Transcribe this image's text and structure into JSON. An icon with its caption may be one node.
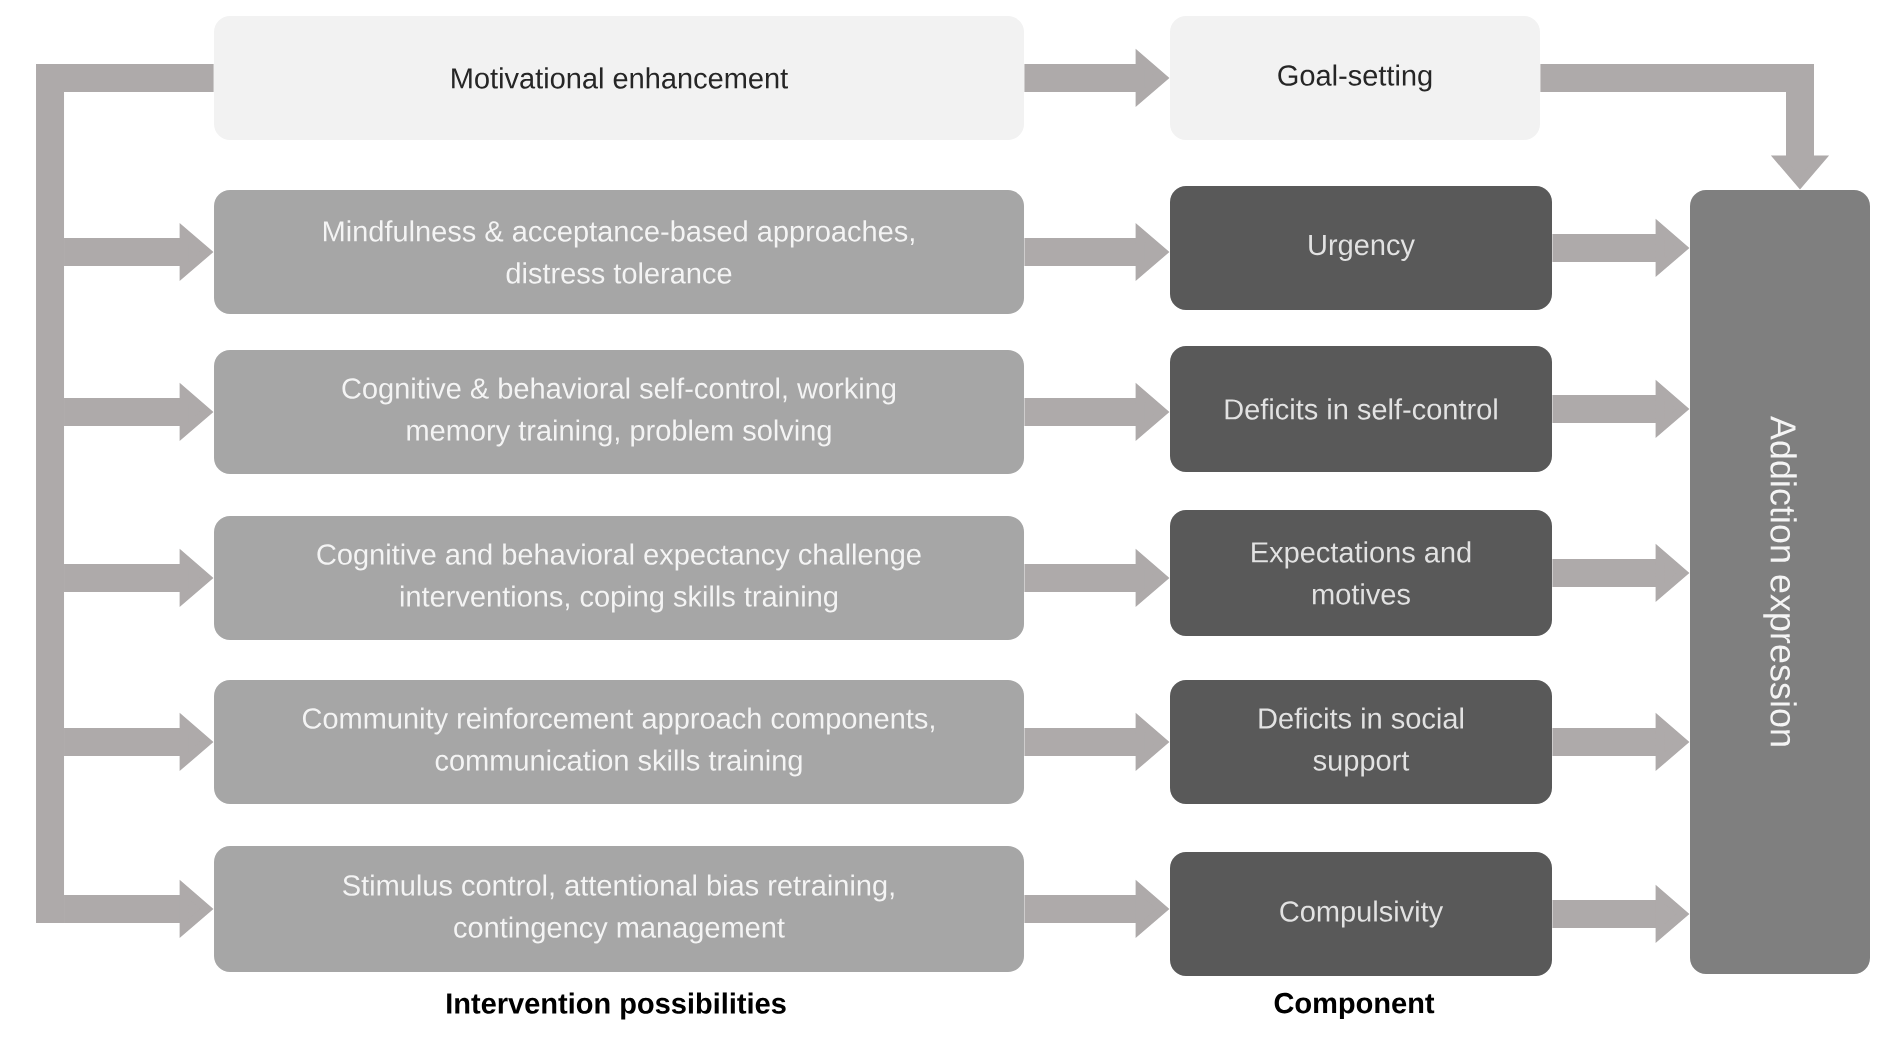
{
  "diagram": {
    "nodes": [
      {
        "text": [
          "Motivational enhancement"
        ]
      },
      {
        "text": [
          "Goal-setting"
        ]
      },
      {
        "text": [
          "Mindfulness & acceptance-based approaches, distress tolerance"
        ]
      },
      {
        "text": [
          "Urgency"
        ]
      },
      {
        "text": [
          "Cognitive & behavioral self-control, working memory training, problem solving"
        ]
      },
      {
        "text": [
          "Deficits in self-control"
        ]
      },
      {
        "text": [
          "Cognitive and behavioral expectancy challenge interventions, coping skills training"
        ]
      },
      {
        "text": [
          "Expectations and motives"
        ]
      },
      {
        "text": [
          "Community reinforcement approach components, communication skills training"
        ]
      },
      {
        "text": [
          "Deficits in social support"
        ]
      },
      {
        "text": [
          "Stimulus control, attentional bias retraining, contingency management"
        ]
      },
      {
        "text": [
          "Compulsivity"
        ]
      },
      {
        "text": [
          "Addiction expression"
        ]
      }
    ],
    "edges": [
      {
        "from": 0,
        "to": 1,
        "arrow": "to"
      },
      {
        "from": 0,
        "to": 2,
        "arrow": "to"
      },
      {
        "from": 0,
        "to": 4,
        "arrow": "to"
      },
      {
        "from": 0,
        "to": 6,
        "arrow": "to"
      },
      {
        "from": 0,
        "to": 8,
        "arrow": "to"
      },
      {
        "from": 0,
        "to": 10,
        "arrow": "to"
      },
      {
        "from": 2,
        "to": 3,
        "arrow": "to"
      },
      {
        "from": 4,
        "to": 5,
        "arrow": "to"
      },
      {
        "from": 6,
        "to": 7,
        "arrow": "to"
      },
      {
        "from": 8,
        "to": 9,
        "arrow": "to"
      },
      {
        "from": 10,
        "to": 11,
        "arrow": "to"
      },
      {
        "from": 1,
        "to": 12,
        "arrow": "to"
      },
      {
        "from": 3,
        "to": 12,
        "arrow": "to"
      },
      {
        "from": 5,
        "to": 12,
        "arrow": "to"
      },
      {
        "from": 7,
        "to": 12,
        "arrow": "to"
      },
      {
        "from": 9,
        "to": 12,
        "arrow": "to"
      },
      {
        "from": 11,
        "to": 12,
        "arrow": "to"
      }
    ],
    "labels": [
      "Intervention possibilities",
      "Component"
    ]
  }
}
